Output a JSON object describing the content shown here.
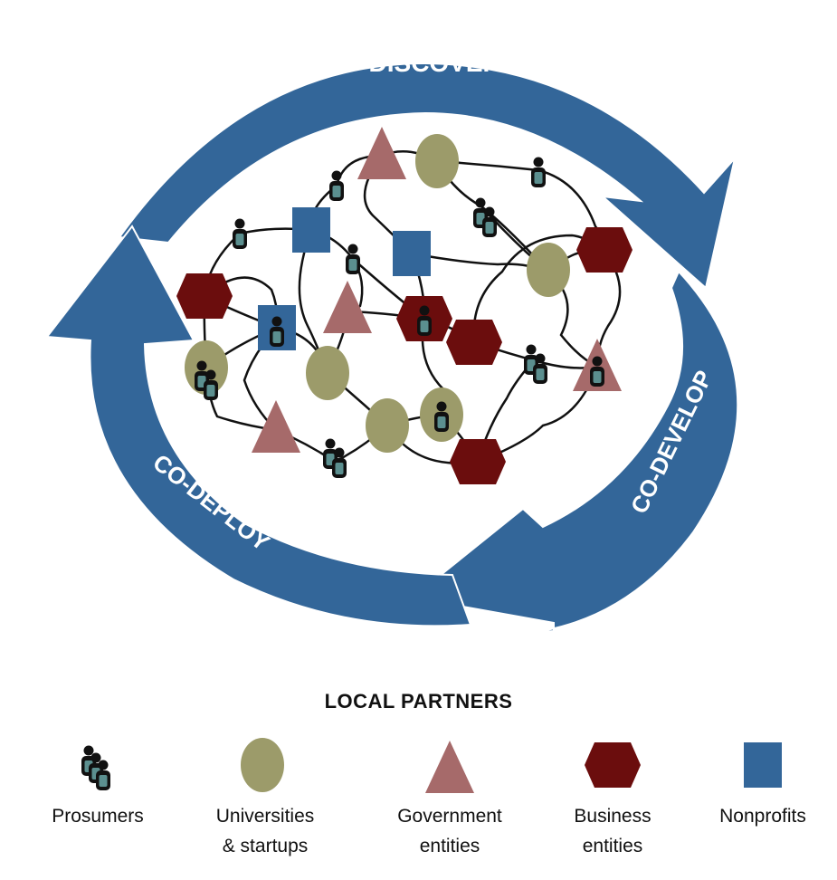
{
  "cycle": {
    "stages": [
      "CO-DISCOVER",
      "CO-DEVELOP",
      "CO-DEPLOY"
    ],
    "arrow_color": "#336699",
    "text_color": "#ffffff"
  },
  "legend": {
    "title": "LOCAL PARTNERS",
    "items": [
      {
        "label": "Prosumers",
        "icon": "person-icon",
        "color": "#1a1a1a"
      },
      {
        "label": "Universities\n& startups",
        "icon": "ellipse-icon",
        "color": "#9c9b6a"
      },
      {
        "label": "Government\nentities",
        "icon": "triangle-icon",
        "color": "#a66a6a"
      },
      {
        "label": "Business\nentities",
        "icon": "hexagon-icon",
        "color": "#6b0d0d"
      },
      {
        "label": "Nonprofits",
        "icon": "square-icon",
        "color": "#336699"
      }
    ]
  }
}
